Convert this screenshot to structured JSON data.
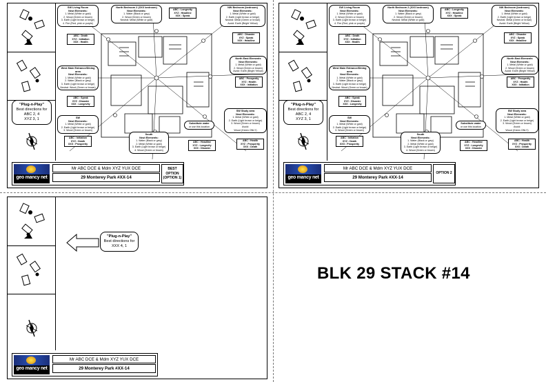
{
  "zones": {
    "living_room": {
      "title": "SW Living Room",
      "subtitle": "Neut Elements:",
      "lines": [
        "1. Metal (White or gold)",
        "2. Wood (Green or brown)",
        "3. Earth (Light brown or beige)",
        "4. Fire (Red, pink or purple)"
      ]
    },
    "north_bedroom": {
      "title": "North Bedroom 2 (XXX bedroom)",
      "subtitle": "Neut Elements:",
      "lines": [
        "1. Water (Black or grey)",
        "2. Wood (Green or brown)",
        "Neutral: Metal (White or gold)"
      ]
    },
    "nw_bedroom": {
      "title": "NW Bedroom (bedroom)",
      "subtitle": "Neut Elements:",
      "lines": [
        "1. Metal (White or gold)",
        "2. Earth (Light brown or beige)",
        "Neutral: Metal (Green or brown)",
        "Avoid: Earth (Bright Yellow)"
      ]
    },
    "west_master": {
      "title": "West Main Entrance/Dining area",
      "subtitle": "Neut Elements:",
      "lines": [
        "1. Metal (White or gold)",
        "2. Water (Black or grey)",
        "3. Earth (Light brown or beige)",
        "Neutral: Wood (Green or brown)"
      ]
    },
    "north_east": {
      "title": "North East Elements",
      "subtitle": "Neut Elements:",
      "lines": [
        "1. Metal (White or gold)",
        "2. Wood (Green or brown)",
        "Avoid: Earth (Bright Yellow)"
      ]
    },
    "sw_master": {
      "title": "SW Study area",
      "subtitle": "Neut Elements:",
      "lines": [
        "1. Metal (White or gold)",
        "2. Earth (Light brown or beige)",
        "3. Wood (Green or brown)",
        "Avoid:",
        "Wood (Green ONLY)"
      ]
    },
    "sw_entry": {
      "title": "SW",
      "subtitle": "Neut Elements:",
      "lines": [
        "1. Metal (White or gold)",
        "2. Earth (Light brown or beige)",
        "3. Wood (Green or brown)"
      ]
    },
    "south": {
      "title": "South",
      "subtitle": "Neut Elements:",
      "lines": [
        "1. Water (Black or grey)",
        "2. Metal (White or gold)",
        "3. Earth (Light brown or beige)",
        "4. Wood (Green or brown)"
      ]
    },
    "sw_note": {
      "title": "Substitute water",
      "lines": [
        "or use this location"
      ]
    }
  },
  "tags": {
    "t1": [
      "ABC : Death",
      "XYZ : Initiation",
      "XXX : Health"
    ],
    "t2": [
      "ABC : Longevity",
      "XYZ : Headline",
      "XXX : Speak"
    ],
    "t3": [
      "ABC : Disaster",
      "XYZ : Speak",
      "XXX : Headline"
    ],
    "t4": [
      "ABC : Prosperity",
      "XYZ : Health",
      "XXX : Initiation"
    ],
    "t5": [
      "ABC : Speak",
      "XYZ : Disaster",
      "XXX : Longevity"
    ],
    "t6": [
      "ABC : Initiation",
      "XYZ : Death",
      "XXX : Prosperity"
    ],
    "t7": [
      "ABC : Headline",
      "XYZ : Longevity",
      "XXX : Disaster"
    ],
    "t8": [
      "ABC : Health",
      "XYZ : Prosperity",
      "XXX : Death"
    ]
  },
  "plugplay_a": {
    "title": "\"Plug-n-Play\"",
    "line1": "Best directions for",
    "line2": "ABC 2, 4",
    "line3": "XYZ 3, 1"
  },
  "plugplay_b": {
    "title": "\"Plug-n-Play\"",
    "line1": "Best directions for",
    "line2": "XXX 4, 1"
  },
  "title_block": {
    "logo_text": "geo mancy net",
    "owner": "Mr ABC DCE & Mdm XYZ YUX DCE",
    "address": "29 Monterey Park #XX-14",
    "option1": [
      "BEST",
      "OPTION",
      "(OPTION 1)"
    ],
    "option2": "OPTION 2"
  },
  "stack_title": "BLK 29 STACK #14",
  "colors": {
    "border": "#000000",
    "accent_red": "#cc0000",
    "logo_sky": "#2850b4",
    "logo_sun": "#ffd23a"
  }
}
